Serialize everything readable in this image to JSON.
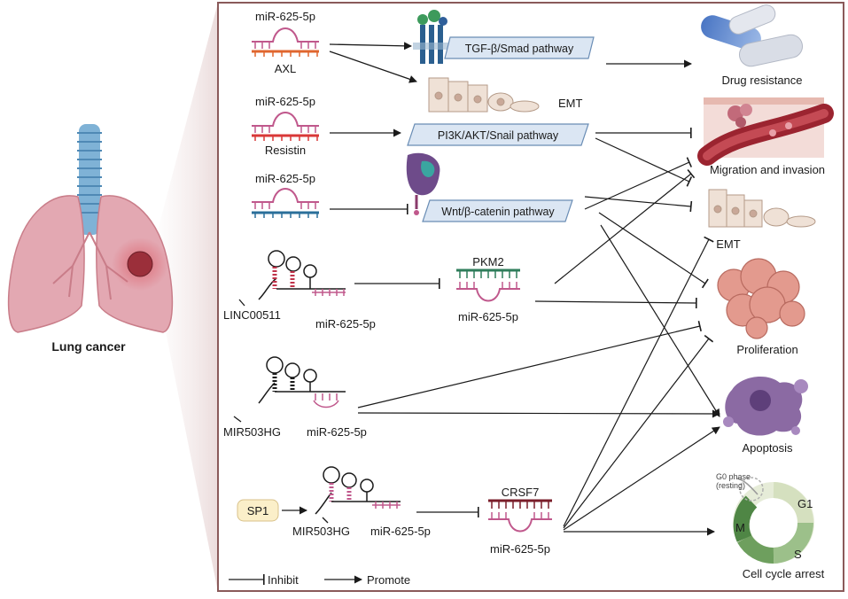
{
  "left": {
    "lung_title": "Lung cancer"
  },
  "rows": {
    "axl": {
      "mirna": "miR-625-5p",
      "target": "AXL"
    },
    "resistin": {
      "mirna": "miR-625-5p",
      "target": "Resistin"
    },
    "wnt": {
      "mirna": "miR-625-5p"
    },
    "linc": {
      "lncrna": "LINC00511",
      "mirna": "miR-625-5p",
      "partner": "PKM2",
      "partner_mirna": "miR-625-5p"
    },
    "mir503": {
      "lncrna": "MIR503HG",
      "mirna": "miR-625-5p"
    },
    "sp1": {
      "tf": "SP1",
      "lncrna": "MIR503HG",
      "mirna": "miR-625-5p",
      "partner": "CRSF7",
      "partner_mirna": "miR-625-5p"
    }
  },
  "pathways": {
    "tgf": "TGF-β/Smad pathway",
    "emt": "EMT",
    "pi3k": "PI3K/AKT/Snail pathway",
    "wnt": "Wnt/β-catenin pathway"
  },
  "outcomes": {
    "drug": "Drug resistance",
    "migration": "Migration and invasion",
    "emt": "EMT",
    "proliferation": "Proliferation",
    "apoptosis": "Apoptosis",
    "cellcycle": "Cell cycle arrest",
    "g0": "G0 phase",
    "resting": "(resting)",
    "g1": "G1",
    "s": "S",
    "m": "M"
  },
  "legend": {
    "inhibit": "Inhibit",
    "promote": "Promote"
  },
  "colors": {
    "frame": "#8a5a5a",
    "pathway_fill": "#dbe6f3",
    "pathway_stroke": "#6a8db5",
    "mirna": "#c0588c",
    "axl": "#e0662f",
    "resistin": "#d93838",
    "wnt_target": "#2a6f9a",
    "pkm2": "#2f7d5b",
    "crsf7": "#7a1e2a",
    "sp1_fill": "#fbefc9"
  }
}
